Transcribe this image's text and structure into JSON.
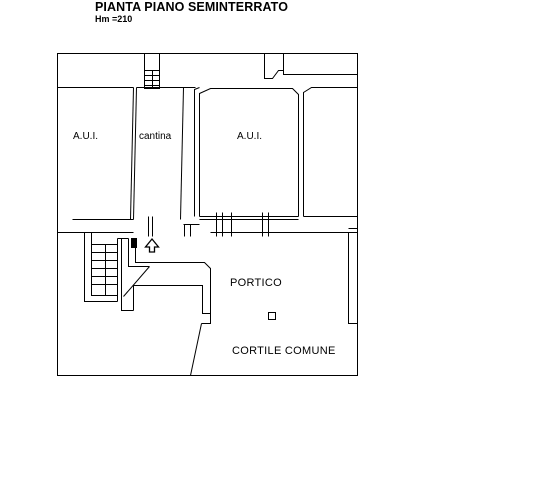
{
  "header": {
    "title": "PIANTA PIANO SEMINTERRATO",
    "height_note": "Hm =210"
  },
  "rooms": {
    "aui_left": "A.U.I.",
    "cantina": "cantina",
    "aui_center": "A.U.I.",
    "portico": "PORTICO",
    "cortile": "CORTILE COMUNE"
  }
}
